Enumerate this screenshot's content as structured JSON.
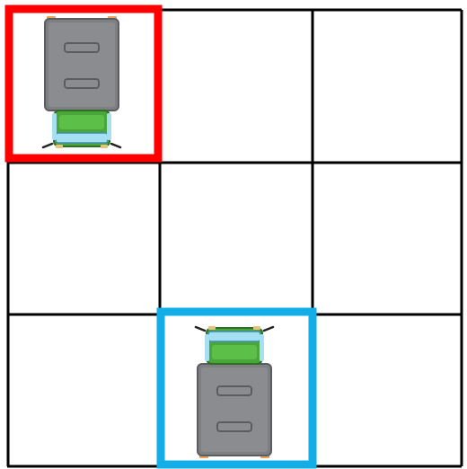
{
  "board": {
    "rows": 3,
    "cols": 3,
    "cells": [
      {
        "row": 0,
        "col": 0,
        "content": "truck",
        "facing": "down",
        "highlight": "start"
      },
      {
        "row": 0,
        "col": 1,
        "content": "empty"
      },
      {
        "row": 0,
        "col": 2,
        "content": "empty"
      },
      {
        "row": 1,
        "col": 0,
        "content": "empty"
      },
      {
        "row": 1,
        "col": 1,
        "content": "empty"
      },
      {
        "row": 1,
        "col": 2,
        "content": "empty"
      },
      {
        "row": 2,
        "col": 0,
        "content": "empty"
      },
      {
        "row": 2,
        "col": 1,
        "content": "truck",
        "facing": "up",
        "highlight": "goal"
      },
      {
        "row": 2,
        "col": 2,
        "content": "empty"
      }
    ]
  },
  "colors": {
    "grid": "#000000",
    "start_highlight": "#ff0000",
    "goal_highlight": "#11aee8",
    "truck_body": "#7d7f82",
    "truck_cab": "#4aa63a",
    "truck_window": "#a6dff2",
    "truck_light": "#e8c27a"
  },
  "icons": {
    "truck": "truck-top-view-icon"
  }
}
